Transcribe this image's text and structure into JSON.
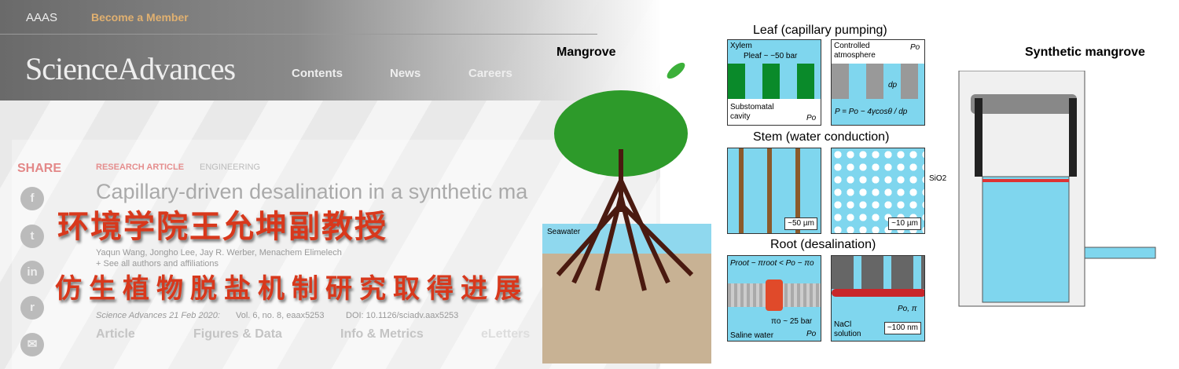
{
  "header": {
    "aaas": "AAAS",
    "member": "Become a Member",
    "logo": "ScienceAdvances",
    "nav": [
      "Contents",
      "News",
      "Careers"
    ]
  },
  "article": {
    "share": "SHARE",
    "social": [
      "f",
      "t",
      "in",
      "r",
      "✉"
    ],
    "type": "RESEARCH ARTICLE",
    "category": "ENGINEERING",
    "title": "Capillary-driven desalination in a synthetic ma",
    "authors": "Yaqun Wang, Jongho Lee, Jay R. Werber, Menachem Elimelech",
    "affiliations": "+ See all authors and affiliations",
    "journal": "Science Advances  21 Feb 2020:",
    "vol": "Vol. 6, no. 8, eaax5253",
    "doi": "DOI: 10.1126/sciadv.aax5253",
    "tabs": [
      "Article",
      "Figures & Data",
      "Info & Metrics",
      "eLetters"
    ]
  },
  "overlay": {
    "line1": "环境学院王允坤副教授",
    "line2": "仿生植物脱盐机制研究取得进展"
  },
  "figure": {
    "mangrove": "Mangrove",
    "synthetic": "Synthetic mangrove",
    "seawater": "Seawater",
    "leaf": "Leaf (capillary pumping)",
    "stem": "Stem (water conduction)",
    "root": "Root (desalination)",
    "p1": {
      "a": "Xylem",
      "b": "Pleaf ~ −50 bar",
      "c": "Substomatal cavity",
      "d": "Po"
    },
    "p2": {
      "a": "Controlled atmosphere",
      "b": "Po",
      "c": "dp",
      "d": "P = Po − 4γcosθ / dp"
    },
    "p3": {
      "a": "~50 µm"
    },
    "p4": {
      "a": "~10 µm",
      "b": "SiO2"
    },
    "p5": {
      "a": "Proot − πroot < Po − πo",
      "b": "πo ~ 25 bar",
      "c": "Saline water",
      "d": "Po"
    },
    "p6": {
      "a": "Po, π",
      "b": "NaCl solution",
      "c": "~100 nm"
    }
  }
}
